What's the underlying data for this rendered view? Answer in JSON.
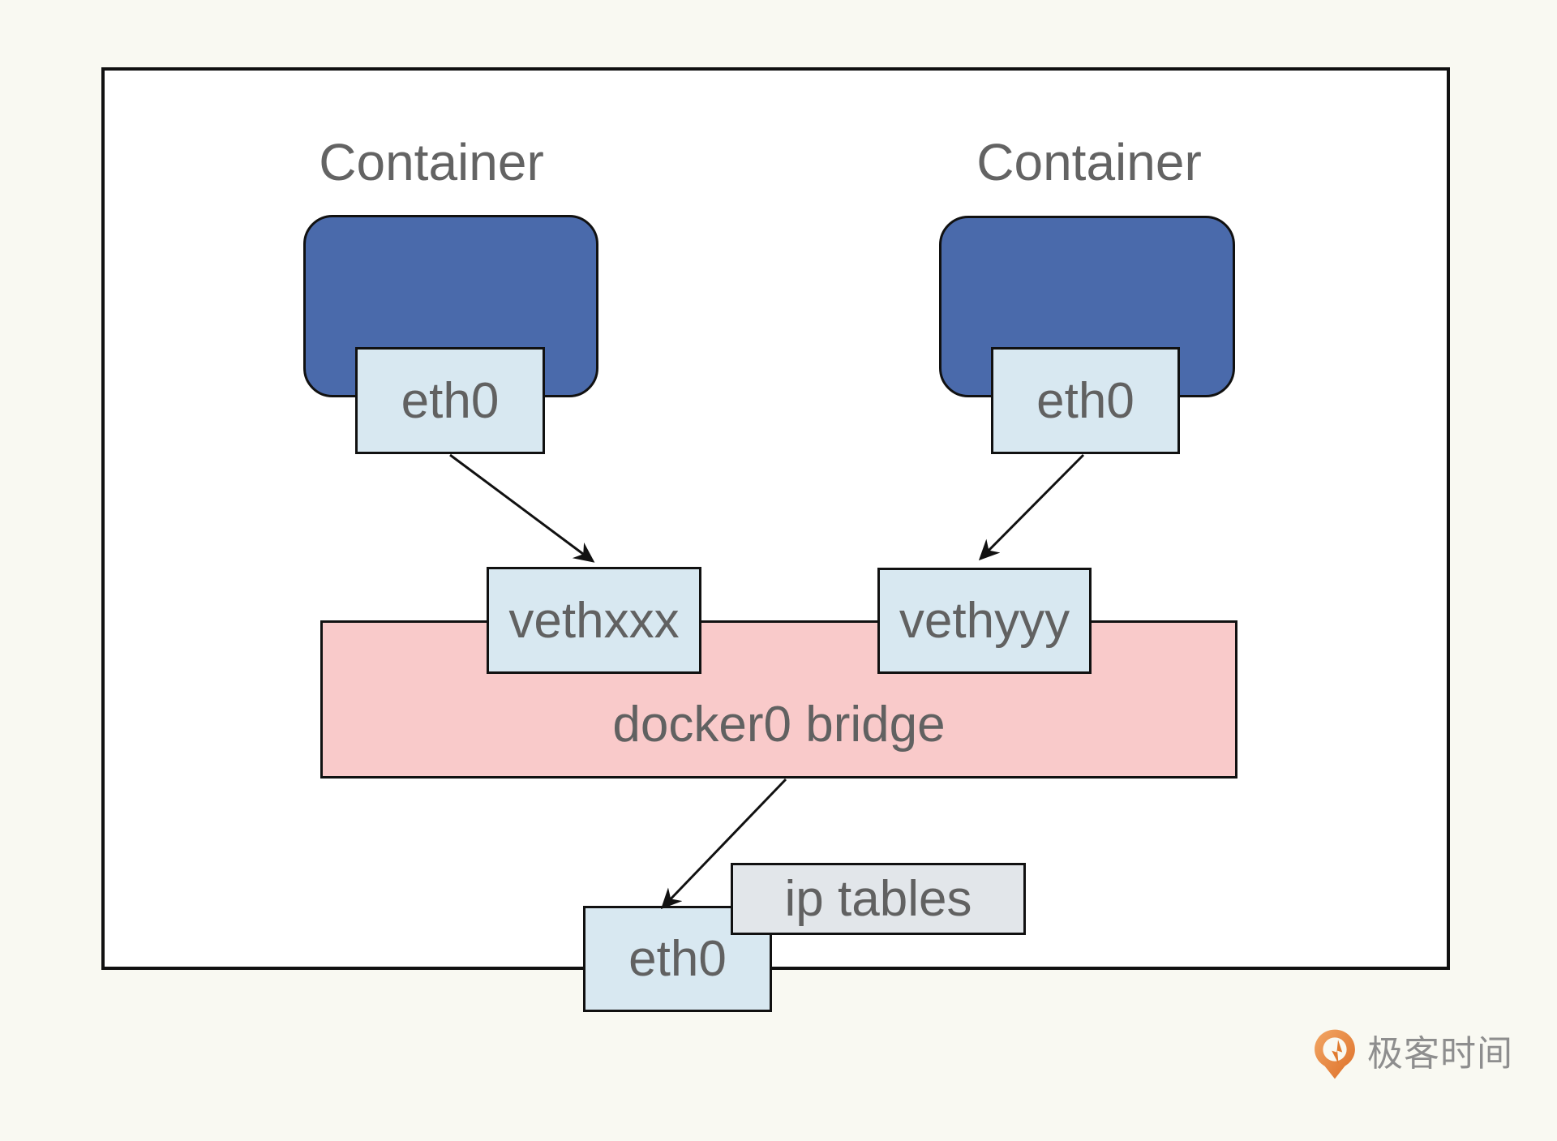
{
  "diagram": {
    "container_left": {
      "title": "Container",
      "interface": "eth0"
    },
    "container_right": {
      "title": "Container",
      "interface": "eth0"
    },
    "veth_left": "vethxxx",
    "veth_right": "vethyyy",
    "bridge_label": "docker0 bridge",
    "iptables_label": "ip tables",
    "host_interface": "eth0"
  },
  "branding": {
    "logo_text": "极客时间"
  },
  "colors": {
    "page_background": "#f9f9f2",
    "host_background": "#ffffff",
    "container_fill": "#4a6aab",
    "interface_fill": "#d8e8f1",
    "bridge_fill": "#f9caca",
    "iptables_fill": "#e2e6ea",
    "border": "#111111",
    "label_text": "#616161",
    "logo_orange": "#e8873f"
  }
}
